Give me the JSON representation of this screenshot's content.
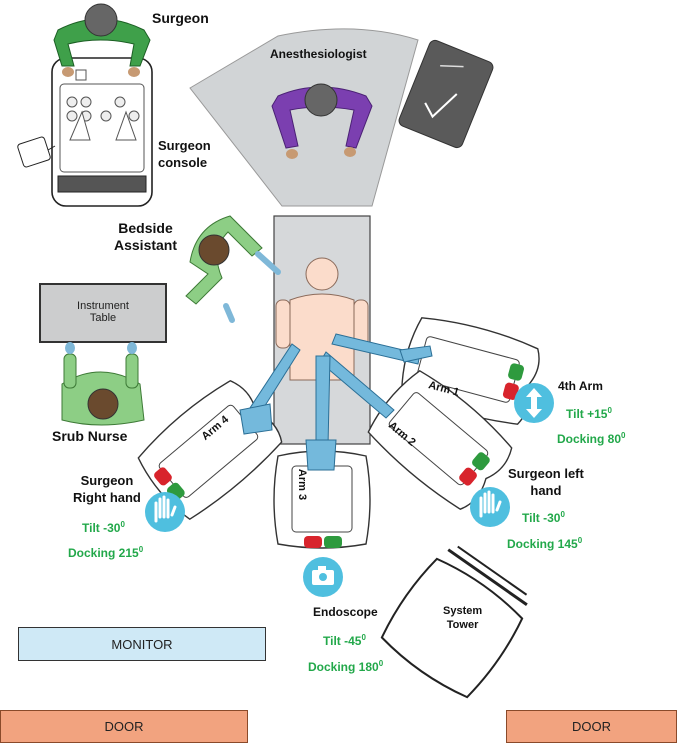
{
  "roles": {
    "surgeon": "Surgeon",
    "anesthesiologist": "Anesthesiologist",
    "surgeon_console": [
      "Surgeon",
      "console"
    ],
    "bedside_assistant": [
      "Bedside",
      "Assistant"
    ],
    "scrub_nurse": "Srub Nurse"
  },
  "instrument_table": [
    "Instrument",
    "Table"
  ],
  "system_tower": [
    "System",
    "Tower"
  ],
  "monitor": "MONITOR",
  "doors": [
    "DOOR",
    "DOOR"
  ],
  "arms": {
    "arm1": {
      "label": "Arm 1",
      "title": "4th Arm",
      "tilt": "Tilt +15",
      "docking": "Docking 80"
    },
    "arm2": {
      "label": "Arm 2",
      "title": [
        "Surgeon left",
        "hand"
      ],
      "tilt": "Tilt -30",
      "docking": "Docking 145"
    },
    "arm3": {
      "label": "Arm 3",
      "title": "Endoscope",
      "tilt": "Tilt -45",
      "docking": "Docking 180"
    },
    "arm4": {
      "label": "Arm 4",
      "title": [
        "Surgeon",
        "Right hand"
      ],
      "tilt": "Tilt -30",
      "docking": "Docking 215"
    }
  },
  "degree_mark": "0",
  "colors": {
    "cyan": "#4fbfdf",
    "green_text": "#22a84a",
    "arm_blue": "#74b9dc",
    "monitor_fill": "#cfe9f6",
    "door_fill": "#f2a37f"
  }
}
